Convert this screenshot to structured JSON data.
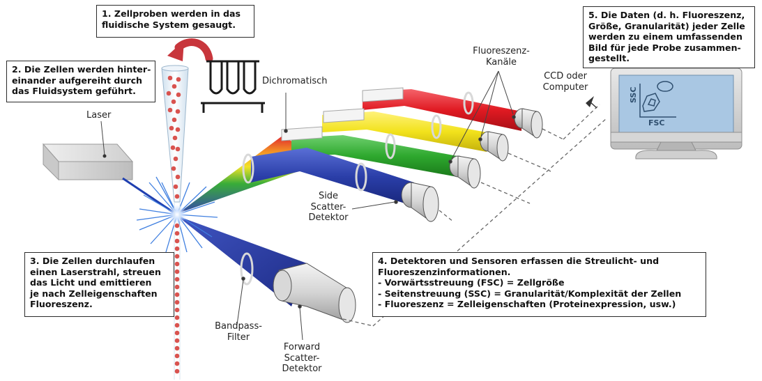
{
  "steps": {
    "step1": [
      "1. Zellproben werden in das",
      "fluidische System gesaugt."
    ],
    "step2": [
      "2. Die Zellen werden hinter-",
      "einander aufgereiht durch",
      "das Fluidsystem geführt."
    ],
    "step3": [
      "3. Die Zellen durchlaufen",
      "einen Laserstrahl, streuen",
      "das Licht und emittieren",
      "je nach Zelleigenschaften",
      "Fluoreszenz."
    ],
    "step4": [
      "4. Detektoren und Sensoren erfassen die Streulicht- und",
      "Fluoreszenzinformationen.",
      "- Vorwärtsstreuung (FSC) = Zellgröße",
      "- Seitenstreuung (SSC) = Granularität/Komplexität der Zellen",
      "- Fluoreszenz = Zelleigenschaften (Proteinexpression, usw.)"
    ],
    "step5": [
      "5. Die Daten (d. h. Fluoreszenz,",
      "Größe, Granularität) jeder Zelle",
      "werden zu einem umfassenden",
      "Bild für jede Probe zusammen-",
      "gestellt."
    ]
  },
  "labels": {
    "laser": "Laser",
    "dichroic": "Dichromatisch",
    "fluorescence_channels": [
      "Fluoreszenz-",
      "Kanäle"
    ],
    "ccd": [
      "CCD oder",
      "Computer"
    ],
    "side_scatter": [
      "Side",
      "Scatter-",
      "Detektor"
    ],
    "bandpass": [
      "Bandpass-",
      "Filter"
    ],
    "forward_scatter": [
      "Forward",
      "Scatter-",
      "Detektor"
    ]
  },
  "monitor": {
    "ssc_label": "SSC",
    "fsc_label": "FSC",
    "screen_color": "#a9c7e3"
  },
  "colors": {
    "arrow": "#c8363c",
    "cell": "#d9534f",
    "beam_red": "#e01a22",
    "beam_yellow": "#f2e21c",
    "beam_green": "#2ea82e",
    "beam_blue": "#2a3ea8"
  }
}
